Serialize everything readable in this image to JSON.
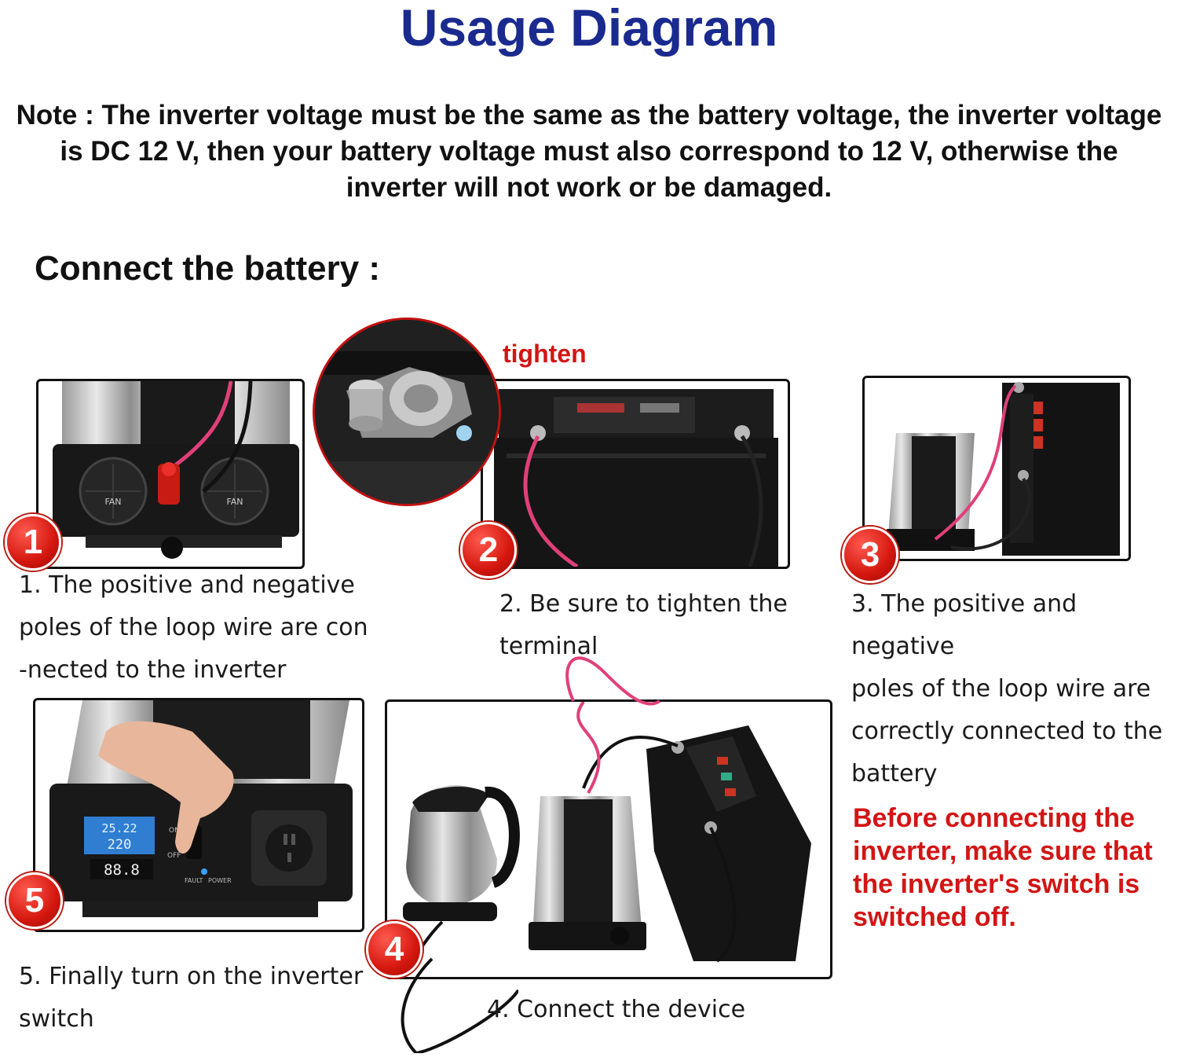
{
  "title": "Usage Diagram",
  "note": "Note : The inverter voltage must be the same as the battery voltage, the inverter voltage is DC 12 V, then your battery voltage must also correspond to 12 V, otherwise the inverter will not work or be damaged.",
  "section_heading": "Connect the battery :",
  "tighten_label": "tighten",
  "steps": [
    {
      "number": "1",
      "lines": [
        "1. The positive and negative",
        "poles of the loop wire are con",
        "-nected to the inverter"
      ]
    },
    {
      "number": "2",
      "lines": [
        "2. Be sure to tighten the",
        "terminal"
      ]
    },
    {
      "number": "3",
      "lines": [
        "3. The positive and negative",
        "poles of the loop wire are",
        "correctly connected to the",
        "battery"
      ]
    },
    {
      "number": "4",
      "lines": [
        "4. Connect the device"
      ]
    },
    {
      "number": "5",
      "lines": [
        "5. Finally turn on the inverter",
        "switch"
      ]
    }
  ],
  "warning": "Before connecting the inverter, make sure that the inverter's switch is switched off.",
  "panel_labels": {
    "fan": "FAN",
    "display_top": "25.22",
    "display_bottom": "220",
    "display_digits": "88.8",
    "on": "ON",
    "off": "OFF",
    "fault": "FAULT",
    "power": "POWER"
  },
  "colors": {
    "title": "#1a2a8f",
    "warning": "#d31515",
    "badge": "#d4170e",
    "wire_red": "#e0407a"
  }
}
